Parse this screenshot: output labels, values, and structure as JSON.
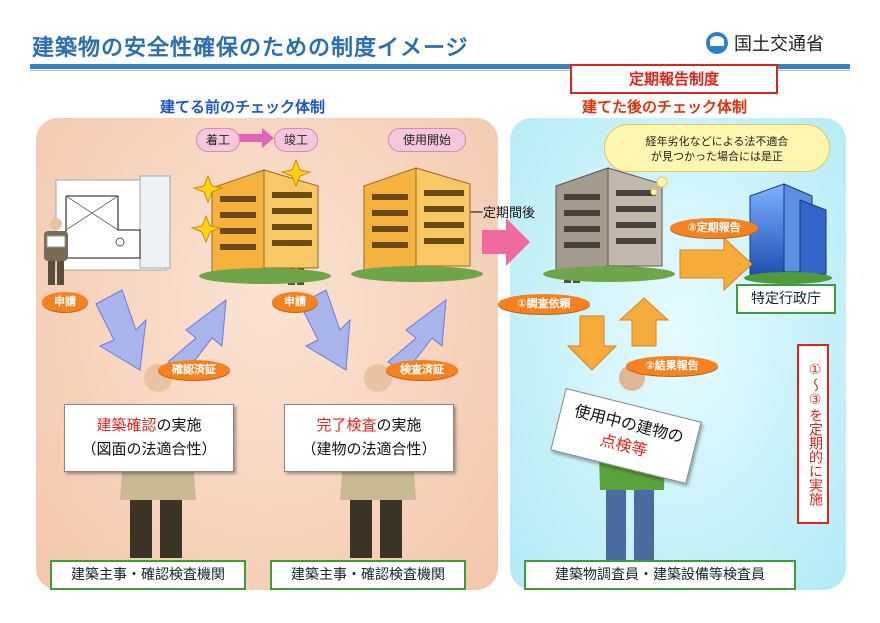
{
  "header": {
    "title": "建築物の安全性確保のための制度イメージ",
    "ministry": "国土交通省"
  },
  "left": {
    "heading": "建てる前のチェック体制",
    "pills": {
      "start": "着工",
      "finish": "竣工",
      "use": "使用開始"
    },
    "labels": {
      "apply1": "申請",
      "apply2": "申請",
      "confirm_done": "確認済証",
      "inspect_done": "検査済証"
    },
    "board1": {
      "highlight": "建築確認",
      "rest": "の実施",
      "sub": "（図面の法適合性）"
    },
    "board2": {
      "highlight": "完了検査",
      "rest": "の実施",
      "sub": "（建物の法適合性）"
    },
    "box1": "建築主事・確認検査機関",
    "box2": "建築主事・確認検査機関"
  },
  "right": {
    "system_box": "定期報告制度",
    "heading": "建てた後のチェック体制",
    "periodic_after": "一定期間後",
    "cloud": {
      "line1": "経年劣化などによる法不適合",
      "line2": "が見つかった場合には是正"
    },
    "labels": {
      "report3": "③定期報告",
      "request1": "①調査依頼",
      "result2": "②結果報告"
    },
    "agency_box": "特定行政庁",
    "board": {
      "line1": "使用中の建物の",
      "highlight": "点検等"
    },
    "vertical_note": "①～③を定期的に実施",
    "inspector_box": "建築物調査員・建築設備等検査員"
  },
  "colors": {
    "title_blue": "#2c6fb0",
    "heading_blue": "#1f55c7",
    "heading_red": "#e0330c",
    "accent_red": "#e3261b",
    "label_orange": "#f58220",
    "box_green": "#3f9b3c",
    "arrow_blue": "#a9b4ec",
    "arrow_orange": "#f6ac3a",
    "arrow_pink": "#f06aa0",
    "building_orange": "#f5b23e",
    "building_gray": "#a59a8e"
  }
}
